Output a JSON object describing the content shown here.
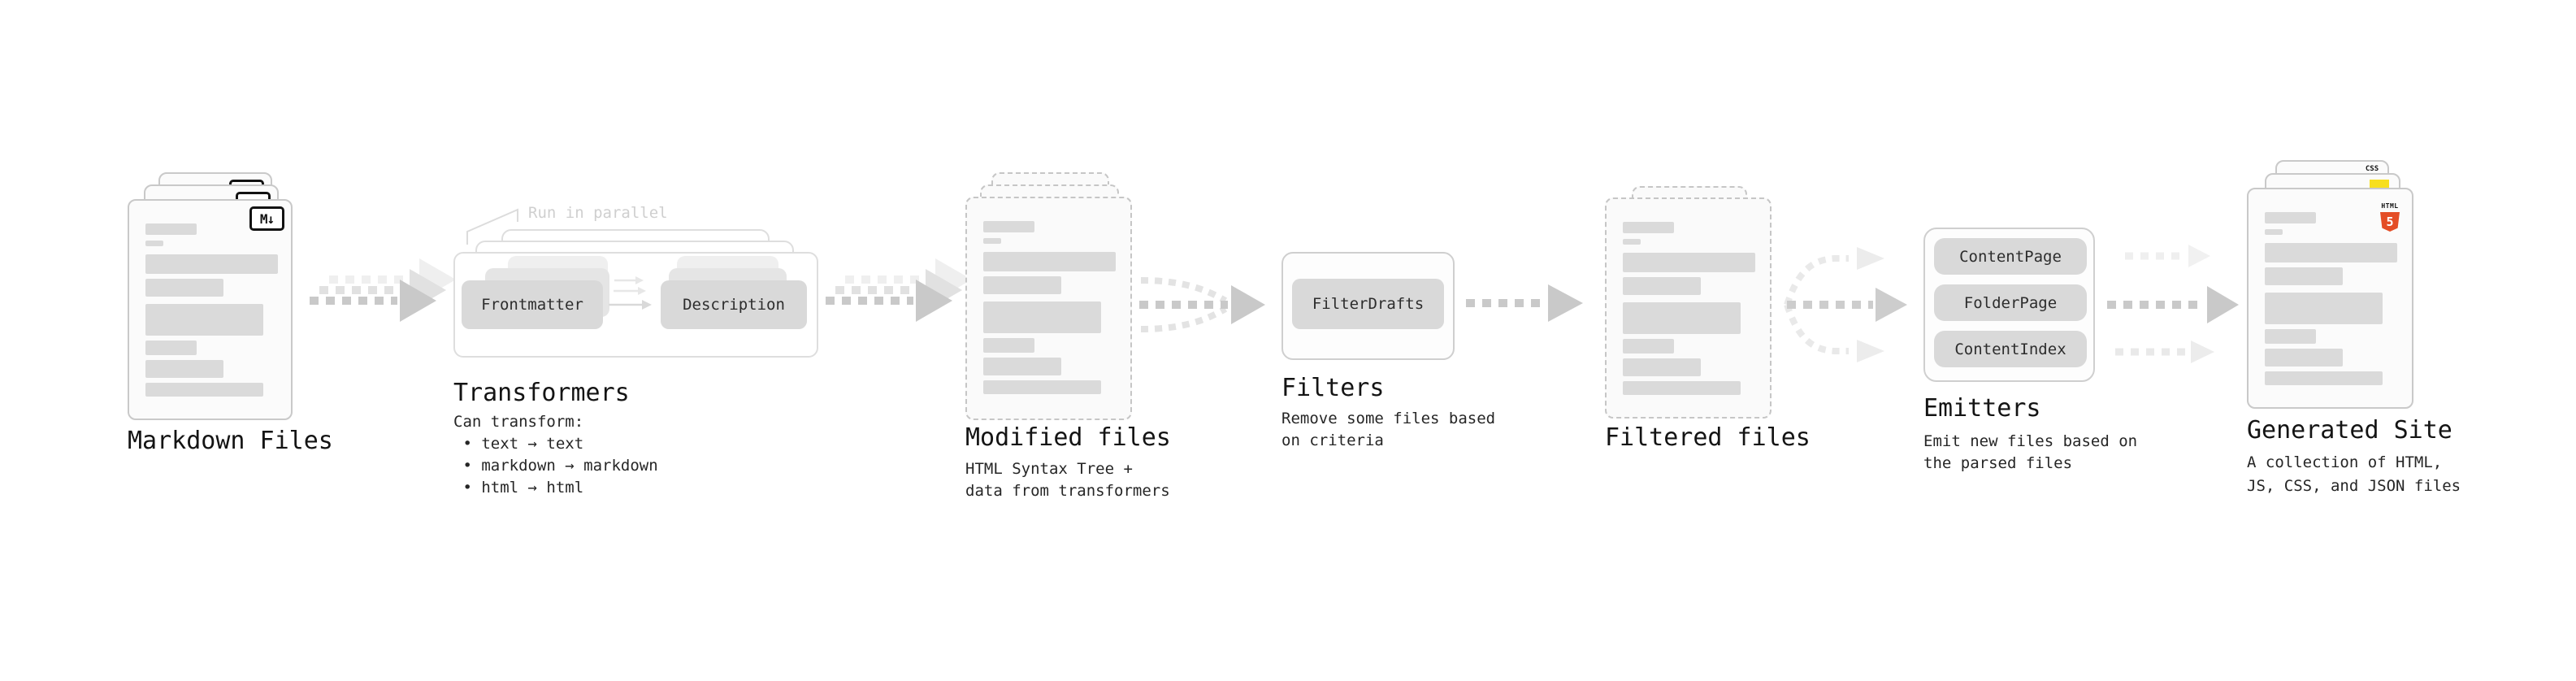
{
  "stages": {
    "markdown_files": {
      "label": "Markdown Files",
      "badge": "M↓"
    },
    "transformers": {
      "label": "Transformers",
      "annotation": "Run in parallel",
      "pills": [
        "Frontmatter",
        "Description"
      ],
      "description": "Can transform:\n • text → text\n • markdown → markdown\n • html → html"
    },
    "modified_files": {
      "label": "Modified files",
      "description": "HTML Syntax Tree +\ndata from transformers"
    },
    "filters": {
      "label": "Filters",
      "pills": [
        "FilterDrafts"
      ],
      "description": "Remove some files based\non criteria"
    },
    "filtered_files": {
      "label": "Filtered files"
    },
    "emitters": {
      "label": "Emitters",
      "pills": [
        "ContentPage",
        "FolderPage",
        "ContentIndex"
      ],
      "description": "Emit new files based on\nthe parsed files"
    },
    "generated_site": {
      "label": "Generated Site",
      "description": "A collection of HTML,\nJS, CSS, and JSON files",
      "badges": {
        "css": "CSS",
        "html5_text": "HTML",
        "html5_number": "5"
      }
    }
  },
  "colors": {
    "arrow": "#c9c9c9",
    "arrow_light": "#e2e2e2",
    "arrow_lighter": "#efefef",
    "pill_bg": "#d9d9d9",
    "card_border": "#c9c9c9",
    "html5_orange": "#e44d26",
    "js_yellow": "#f7df1e",
    "css_blue": "#2b5ce0"
  }
}
